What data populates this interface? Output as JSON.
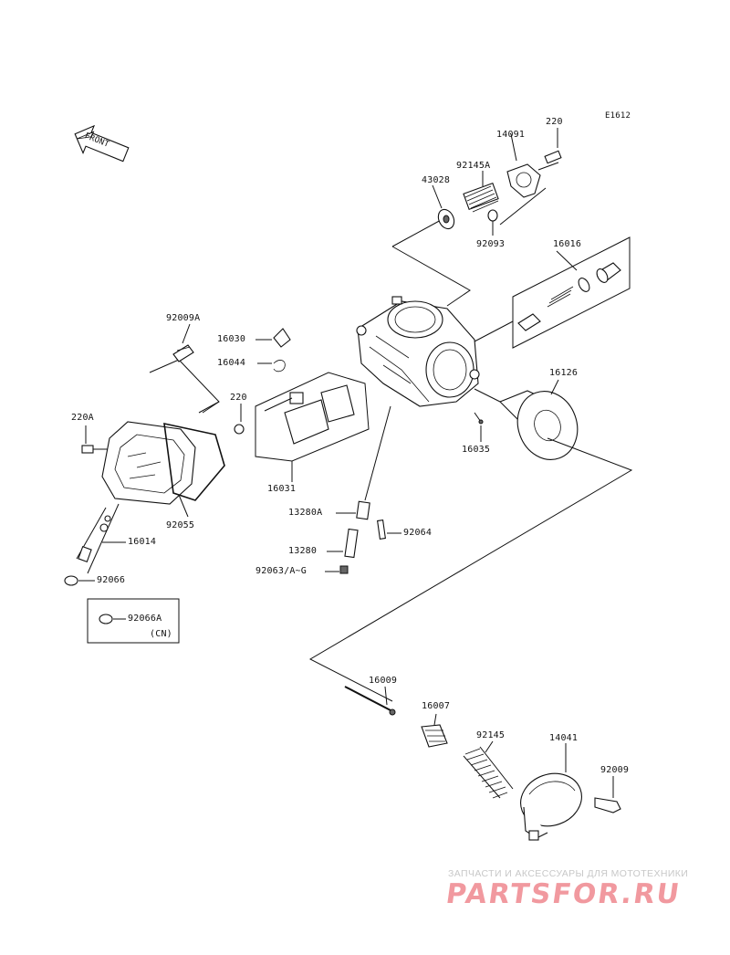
{
  "diagram": {
    "code": "E1612",
    "front_label": "FRONT",
    "box_note": "(CN)"
  },
  "labels": {
    "p220_top": "220",
    "p14091": "14091",
    "p92145A": "92145A",
    "p43028": "43028",
    "p92093": "92093",
    "p16016": "16016",
    "p92009A": "92009A",
    "p16030": "16030",
    "p16044": "16044",
    "p220_mid": "220",
    "p16126": "16126",
    "p220A": "220A",
    "p16035": "16035",
    "p16031": "16031",
    "p92055": "92055",
    "p13280A": "13280A",
    "p92064": "92064",
    "p16014": "16014",
    "p13280": "13280",
    "p92063": "92063/A~G",
    "p92066": "92066",
    "p92066A": "92066A",
    "p16009": "16009",
    "p16007": "16007",
    "p92145": "92145",
    "p14041": "14041",
    "p92009": "92009"
  },
  "watermark": {
    "line1": "ЗАПЧАСТИ И АКСЕССУАРЫ ДЛЯ МОТОТЕХНИКИ",
    "line2": "PARTSFOR.RU"
  }
}
